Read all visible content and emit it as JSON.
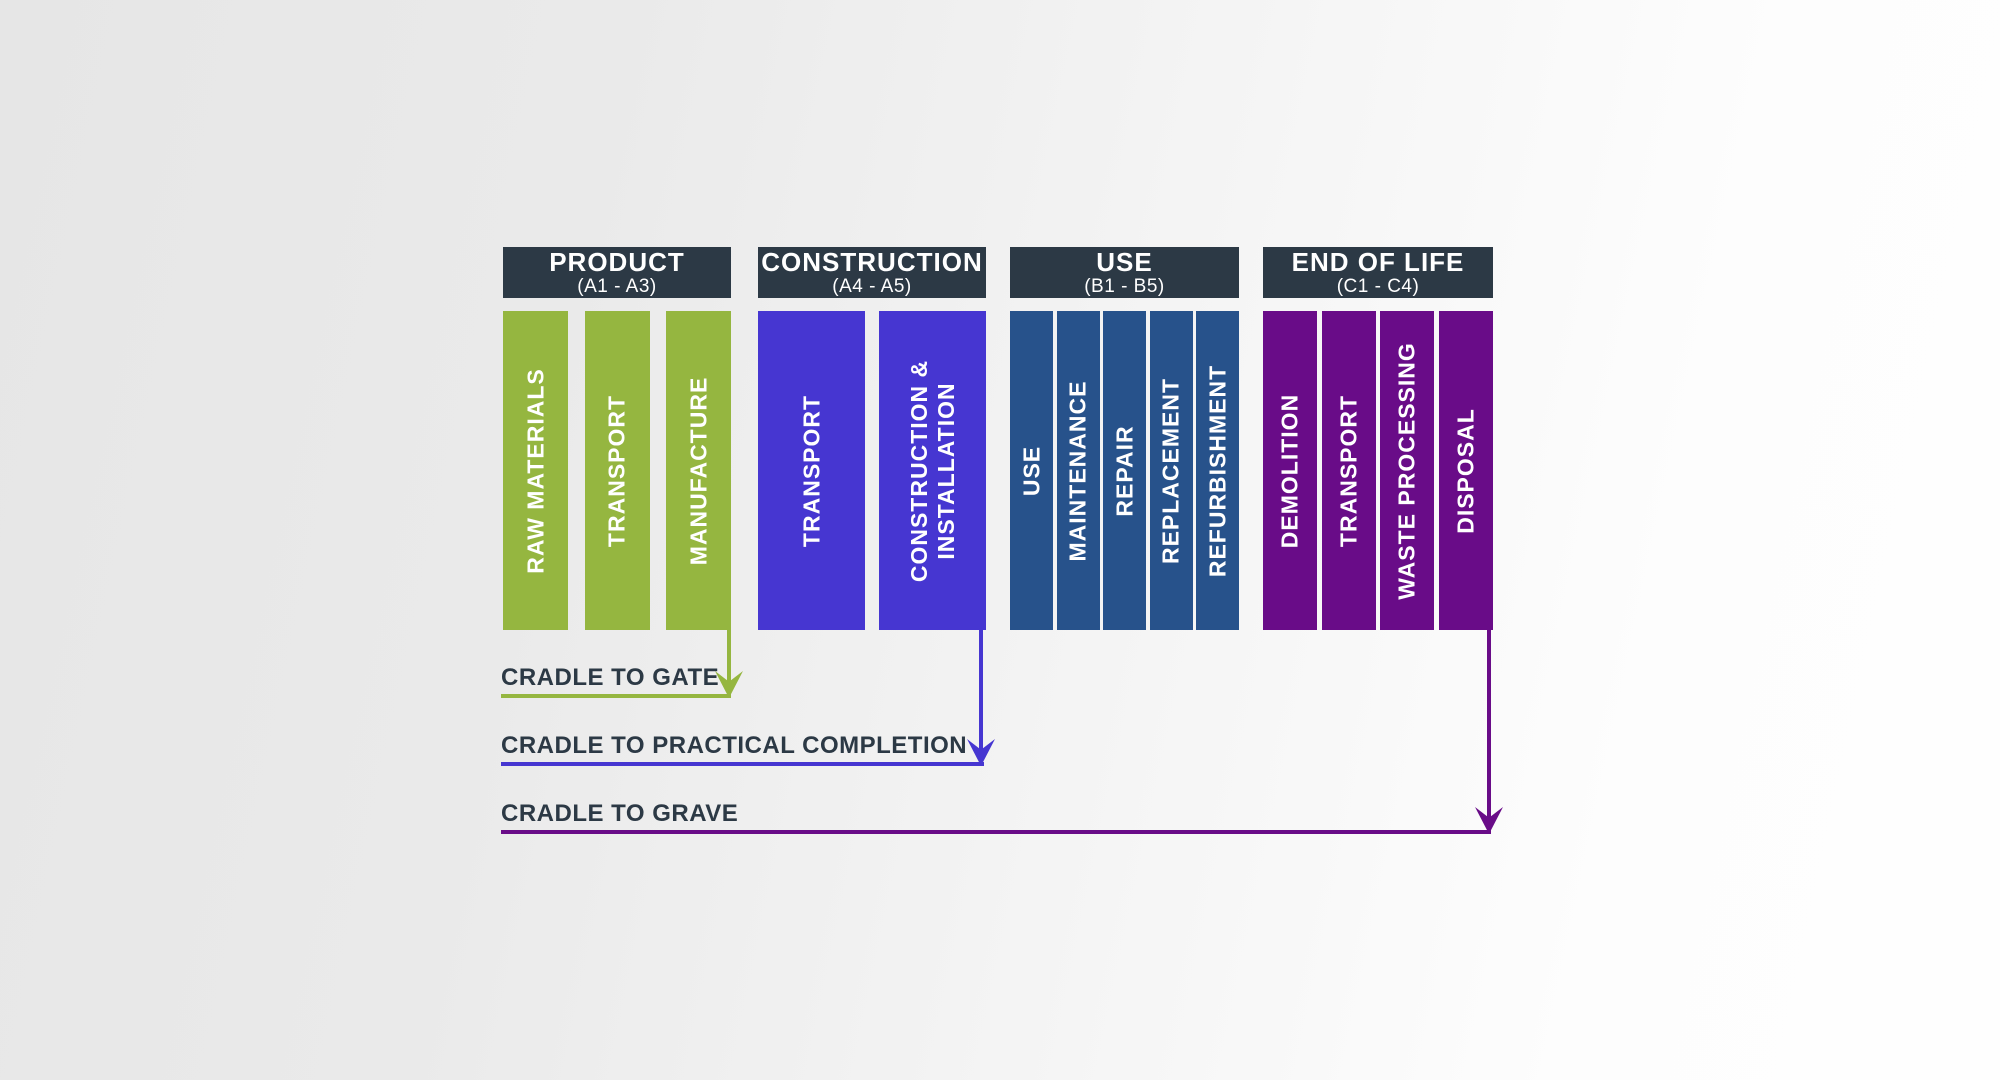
{
  "palette": {
    "product_green": "#95b640",
    "construction_indigo": "#4636d1",
    "use_blue": "#27528b",
    "end_of_life_purple": "#690c88",
    "header_dark": "#2c3945",
    "label_text_dark": "#2c3945",
    "background_left": "#e6e6e6",
    "background_right": "#fefefe"
  },
  "stages": [
    {
      "title": "PRODUCT",
      "range": "(A1 - A3)",
      "columns": [
        "RAW MATERIALS",
        "TRANSPORT",
        "MANUFACTURE"
      ]
    },
    {
      "title": "CONSTRUCTION",
      "range": "(A4 - A5)",
      "columns": [
        "TRANSPORT",
        "CONSTRUCTION &\nINSTALLATION"
      ]
    },
    {
      "title": "USE",
      "range": "(B1 - B5)",
      "columns": [
        "USE",
        "MAINTENANCE",
        "REPAIR",
        "REPLACEMENT",
        "REFURBISHMENT"
      ]
    },
    {
      "title": "END OF LIFE",
      "range": "(C1 - C4)",
      "columns": [
        "DEMOLITION",
        "TRANSPORT",
        "WASTE PROCESSING",
        "DISPOSAL"
      ]
    }
  ],
  "scopes": [
    {
      "label": "CRADLE TO GATE",
      "color": "#95b640"
    },
    {
      "label": "CRADLE TO PRACTICAL COMPLETION",
      "color": "#4636d1"
    },
    {
      "label": "CRADLE TO GRAVE",
      "color": "#690c88"
    }
  ]
}
